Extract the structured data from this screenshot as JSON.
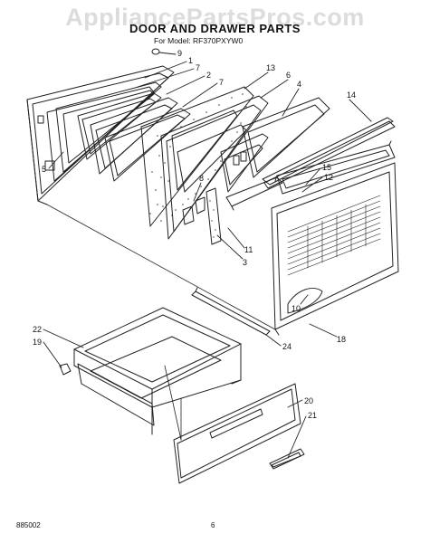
{
  "watermark": "AppliancePartsPros.com",
  "title": "DOOR AND DRAWER PARTS",
  "subtitle": "For Model: RF370PXYW0",
  "footer": {
    "code": "885002",
    "page": "6"
  },
  "callouts": [
    {
      "id": "c9",
      "label": "9"
    },
    {
      "id": "c1",
      "label": "1"
    },
    {
      "id": "c7a",
      "label": "7"
    },
    {
      "id": "c2",
      "label": "2"
    },
    {
      "id": "c7b",
      "label": "7"
    },
    {
      "id": "c13",
      "label": "13"
    },
    {
      "id": "c6",
      "label": "6"
    },
    {
      "id": "c4",
      "label": "4"
    },
    {
      "id": "c14",
      "label": "14"
    },
    {
      "id": "c5",
      "label": "5"
    },
    {
      "id": "c15",
      "label": "15"
    },
    {
      "id": "c12",
      "label": "12"
    },
    {
      "id": "c8",
      "label": "8"
    },
    {
      "id": "c11",
      "label": "11"
    },
    {
      "id": "c3",
      "label": "3"
    },
    {
      "id": "c10",
      "label": "10"
    },
    {
      "id": "c18",
      "label": "18"
    },
    {
      "id": "c22",
      "label": "22"
    },
    {
      "id": "c24",
      "label": "24"
    },
    {
      "id": "c19",
      "label": "19"
    },
    {
      "id": "c20",
      "label": "20"
    },
    {
      "id": "c21",
      "label": "21"
    }
  ]
}
